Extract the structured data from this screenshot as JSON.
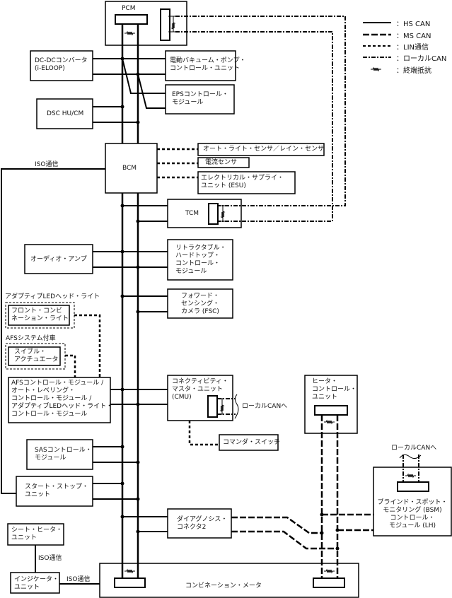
{
  "legend": [
    {
      "style": "solid-thick",
      "label": "：HS CAN"
    },
    {
      "style": "dashed-long",
      "label": "：MS CAN"
    },
    {
      "style": "dotted",
      "label": "：LIN通信"
    },
    {
      "style": "dash-dot",
      "label": "：ローカルCAN"
    },
    {
      "style": "resistor",
      "label": "：終端抵抗"
    }
  ],
  "modules": {
    "pcm": "PCM",
    "dcdc": [
      "DC-DCコンバータ",
      "(i-ELOOP)"
    ],
    "vacuum_pump": [
      "電動バキューム・ポンプ・",
      "コントロール・ユニット"
    ],
    "eps": [
      "EPSコントロール・",
      "モジュール"
    ],
    "dsc": "DSC HU/CM",
    "bcm": "BCM",
    "auto_light": "オート・ライト・センサ／レイン・センサ",
    "current_sensor": "電流センサ",
    "esu": [
      "エレクトリカル・サプライ・",
      "ユニット (ESU)"
    ],
    "tcm": "TCM",
    "audio_amp": "オーディオ・アンプ",
    "retractable": [
      "リトラクタブル・",
      "ハードトップ・",
      "コントロール・",
      "モジュール"
    ],
    "fsc": [
      "フォワード・",
      "センシング・",
      "カメラ (FSC)"
    ],
    "adaptive_led_group": "アダプティブLEDヘッド・ライト",
    "front_combi": [
      "フロント・コンビ",
      "ネーション・ライト"
    ],
    "afs_group": "AFSシステム付車",
    "swivel": [
      "スイブル・",
      "アクチュエータ"
    ],
    "afs_module": [
      "AFSコントロール・モジュール /",
      "オート・レベリング・",
      "コントロール・モジュール /",
      "アダプティブLEDヘッド・ライト・",
      "コントロール・モジュール"
    ],
    "cmu": [
      "コネクティビティ・",
      "マスタ・ユニット",
      "(CMU)"
    ],
    "cmu_local_can": "ローカルCANへ",
    "commander": "コマンダ・スイッチ",
    "heater": [
      "ヒータ・",
      "コントロール・",
      "ユニット"
    ],
    "sas": [
      "SASコントロール・",
      "モジュール"
    ],
    "start_stop": [
      "スタート・ストップ・",
      "ユニット"
    ],
    "bsm_local_can": "ローカルCANへ",
    "bsm": [
      "ブラインド・スポット・",
      "モニタリング (BSM)",
      "コントロール・",
      "モジュール (LH)"
    ],
    "diag": [
      "ダイアグノシス・",
      "コネクタ2"
    ],
    "seat_heater": [
      "シート・ヒータ・",
      "ユニット"
    ],
    "indicator": [
      "インジケータ・",
      "ユニット"
    ],
    "combi_meter": "コンビネーション・メータ"
  },
  "iso_labels": {
    "bcm_iso": "ISO通信",
    "seat_iso": "ISO通信",
    "indicator_iso": "ISO通信"
  },
  "colors": {
    "line": "#000000",
    "background": "#ffffff"
  }
}
